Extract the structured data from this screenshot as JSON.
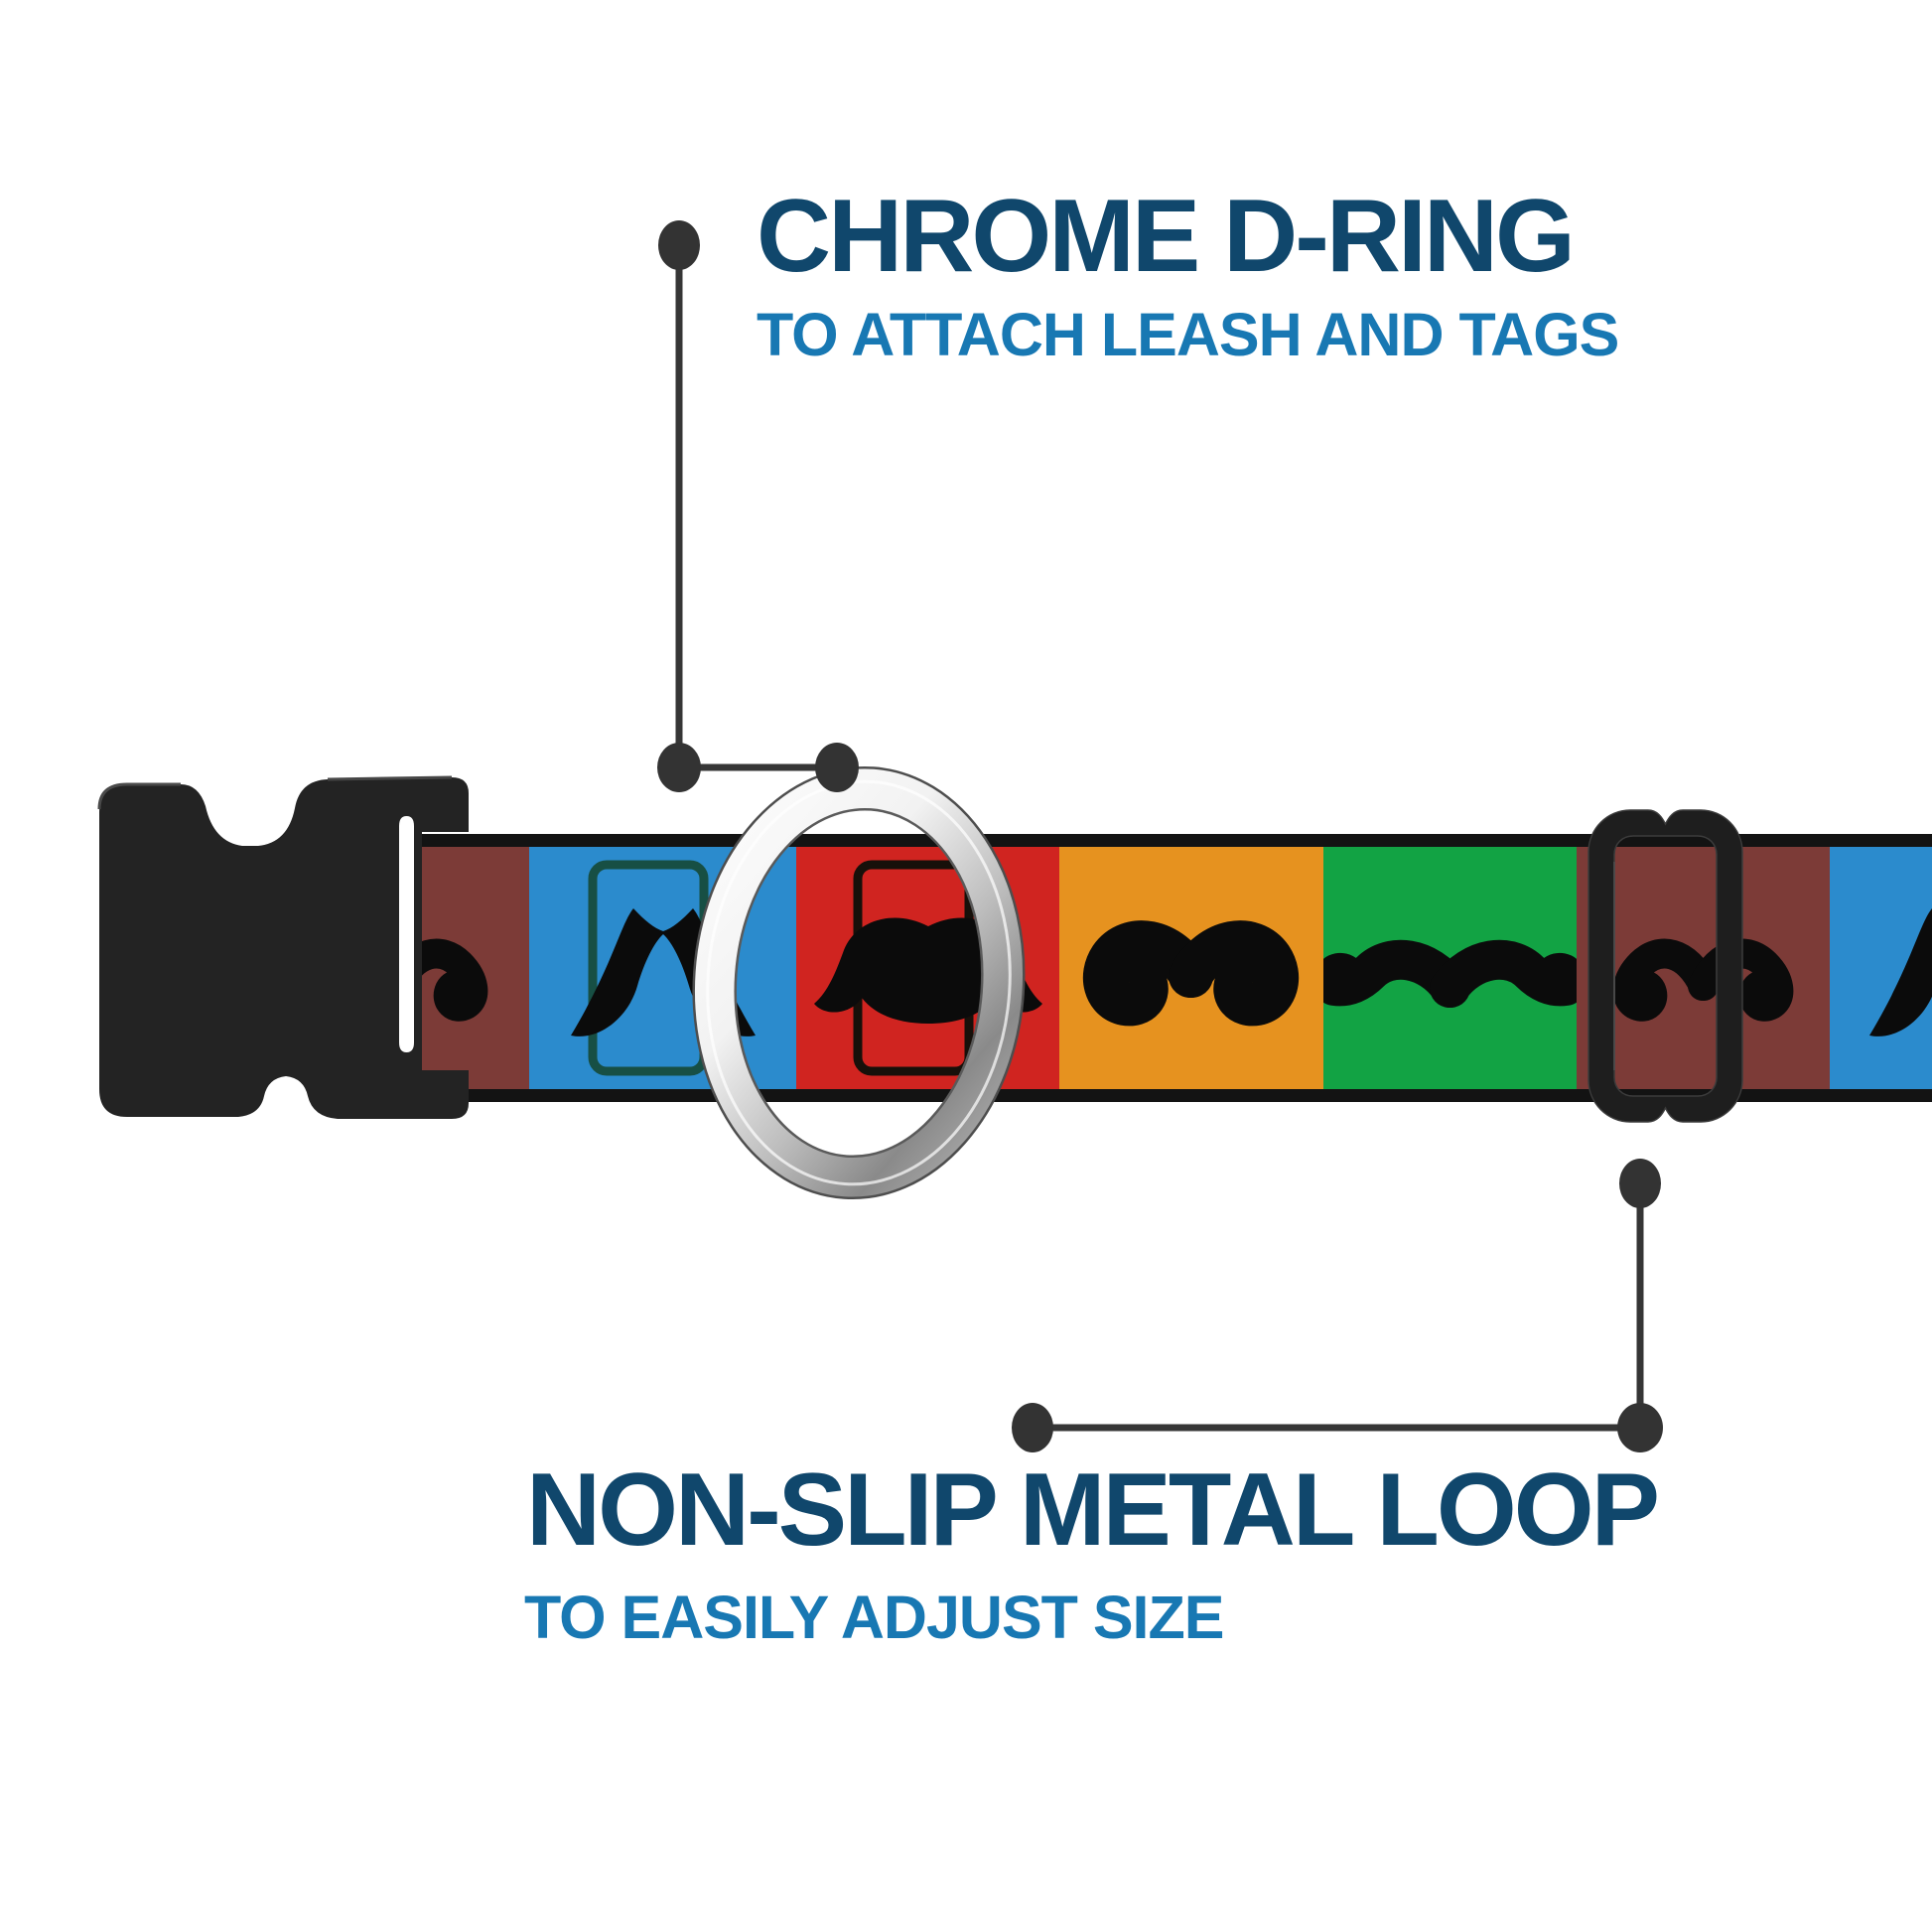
{
  "product_infographic": {
    "callouts": [
      {
        "id": "d-ring",
        "title": "CHROME D-RING",
        "subtitle": "TO ATTACH LEASH AND TAGS"
      },
      {
        "id": "metal-loop",
        "title": "NON-SLIP METAL LOOP",
        "subtitle": "TO EASILY ADJUST SIZE"
      }
    ],
    "colors": {
      "title": "#10476c",
      "subtitle": "#1878b3",
      "callout_line": "#363636",
      "collar_edge": "#131313",
      "mustache": "#0b0b0b",
      "buckle_plastic": "#232323",
      "slide_loop": "#1e1e1e",
      "chrome_light": "#fdfdfd",
      "chrome_mid": "#cfcfcf",
      "chrome_dark": "#8a8a8a"
    },
    "collar_pattern": {
      "blocks": [
        {
          "color_name": "maroon",
          "hex": "#7c3b37",
          "mustache": "curly-handlebar",
          "partial": "right-portion"
        },
        {
          "color_name": "blue",
          "hex": "#2b8bcd",
          "mustache": "english-pointed",
          "frame_hex": "#174f44"
        },
        {
          "color_name": "red",
          "hex": "#d02420",
          "mustache": "walrus-droop",
          "frame_hex": "#17100a"
        },
        {
          "color_name": "orange",
          "hex": "#e6921f",
          "mustache": "imperial-curl"
        },
        {
          "color_name": "green",
          "hex": "#12a344",
          "mustache": "natural"
        },
        {
          "color_name": "maroon",
          "hex": "#7c3b37",
          "mustache": "curly-handlebar"
        },
        {
          "color_name": "blue",
          "hex": "#2b8bcd",
          "mustache": "english-pointed",
          "partial": "left-portion"
        }
      ]
    },
    "hardware": {
      "buckle": "black plastic side-release buckle",
      "d_ring": "chrome d-ring",
      "slide_loop": "black slide loop"
    }
  }
}
